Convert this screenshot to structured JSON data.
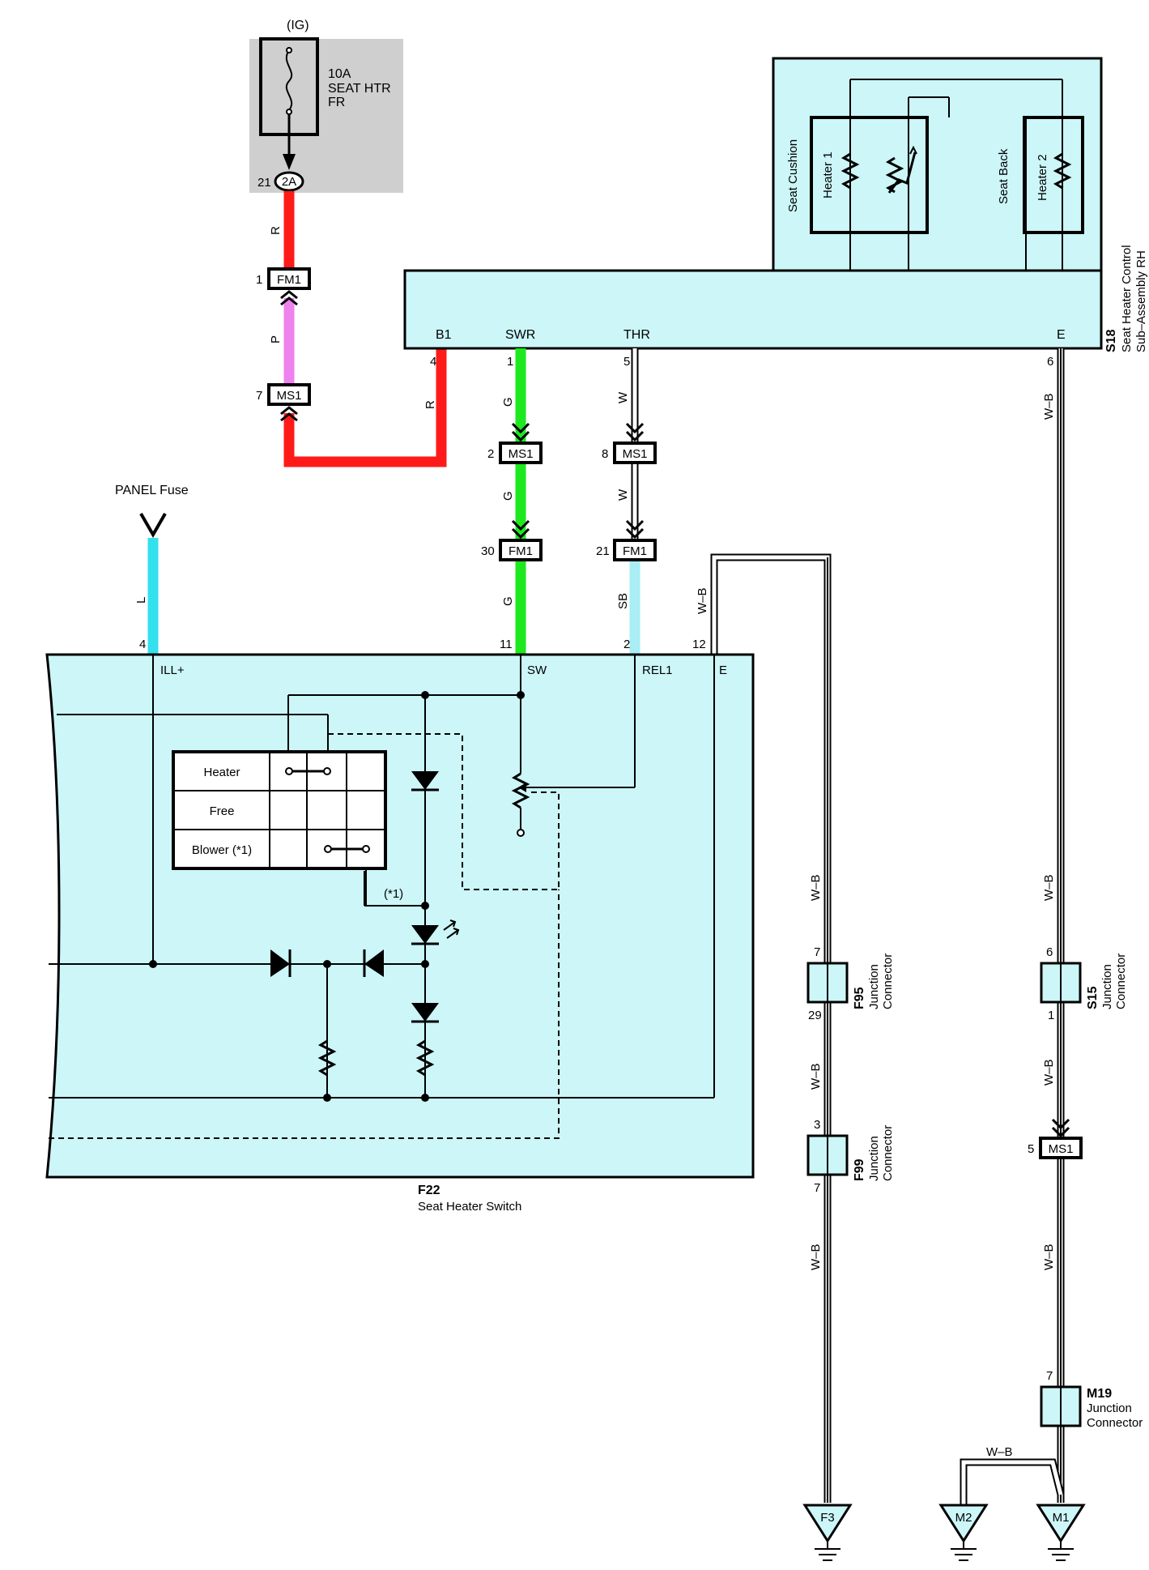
{
  "colors": {
    "component_fill": "#ccf6f8",
    "fuse_box_fill": "#cfcfcf",
    "wire_R": "#ff1a1a",
    "wire_P": "#ee82ee",
    "wire_G": "#1ee81e",
    "wire_L": "#33e0ee",
    "wire_SB": "#a8eef4",
    "wire_W_B": "#000000"
  },
  "fuse": {
    "ig_label": "(IG)",
    "rating": "10A",
    "name_line1": "SEAT HTR",
    "name_line2": "FR",
    "connector_id": "2A",
    "connector_pin": "21"
  },
  "s18": {
    "id": "S18",
    "name_line1": "Seat Heater Control",
    "name_line2": "Sub–Assembly RH",
    "seat_cushion": "Seat Cushion",
    "heater1": "Heater 1",
    "seat_back": "Seat Back",
    "heater2": "Heater 2",
    "terminals": {
      "b1": "B1",
      "swr": "SWR",
      "thr": "THR",
      "e": "E"
    },
    "pins": {
      "b1": "4",
      "swr": "1",
      "thr": "5",
      "e": "6"
    }
  },
  "wires": {
    "r": "R",
    "p": "P",
    "g": "G",
    "w": "W",
    "sb": "SB",
    "l": "L",
    "wb": "W–B"
  },
  "inline_connectors": {
    "fm1": "FM1",
    "ms1": "MS1",
    "fm1_pin_r": "1",
    "ms1_pin_r": "7",
    "ms1_pin_g": "2",
    "ms1_pin_w": "8",
    "fm1_pin_g": "30",
    "fm1_pin_sb": "21",
    "ms1_pin_ground": "5"
  },
  "panel_fuse": "PANEL Fuse",
  "f22": {
    "id": "F22",
    "name": "Seat Heater Switch",
    "terminals": {
      "ill": "ILL+",
      "sw": "SW",
      "rel1": "REL1",
      "e": "E"
    },
    "pins": {
      "ill": "4",
      "sw": "11",
      "rel1": "2",
      "e": "12"
    },
    "table": {
      "heater": "Heater",
      "free": "Free",
      "blower": "Blower (*1)"
    },
    "note": "(*1)"
  },
  "junctions": {
    "f95": {
      "id": "F95",
      "line1": "Junction",
      "line2": "Connector",
      "pin_top": "7",
      "pin_bottom": "29"
    },
    "f99": {
      "id": "F99",
      "line1": "Junction",
      "line2": "Connector",
      "pin_top": "3",
      "pin_bottom": "7"
    },
    "s15": {
      "id": "S15",
      "line1": "Junction",
      "line2": "Connector",
      "pin_top": "6",
      "pin_bottom": "1"
    },
    "m19": {
      "id": "M19",
      "line1": "Junction",
      "line2": "Connector",
      "pin_top": "7"
    }
  },
  "grounds": {
    "f3": "F3",
    "m2": "M2",
    "m1": "M1"
  }
}
